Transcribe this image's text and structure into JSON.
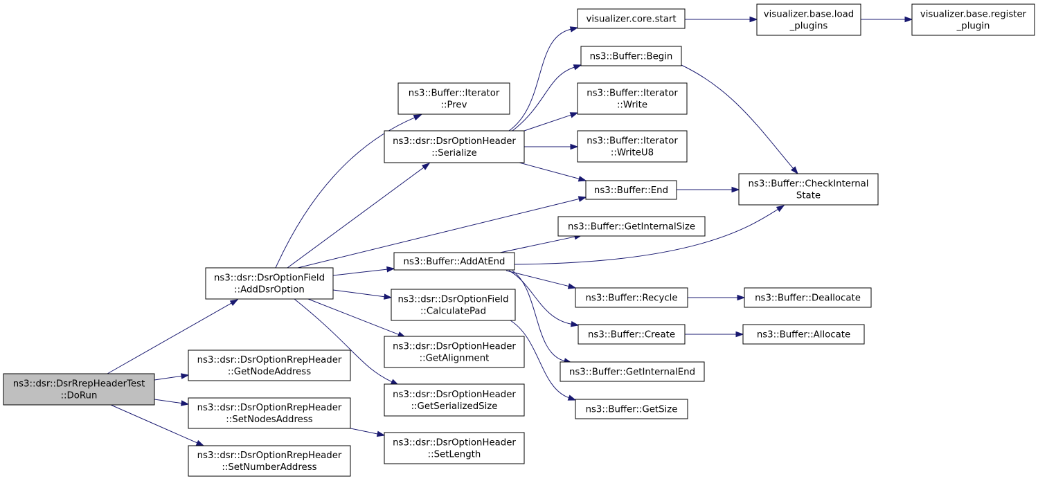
{
  "diagram": {
    "type": "call-graph",
    "colors": {
      "edge": "#191970",
      "root_fill": "#bfbfbf",
      "node_fill": "#ffffff",
      "node_stroke": "#000000"
    },
    "nodes": [
      {
        "id": "dorun",
        "lines": [
          "ns3::dsr::DsrRrepHeaderTest",
          "::DoRun"
        ],
        "root": true
      },
      {
        "id": "adddsroption",
        "lines": [
          "ns3::dsr::DsrOptionField",
          "::AddDsrOption"
        ]
      },
      {
        "id": "getnodeaddress",
        "lines": [
          "ns3::dsr::DsrOptionRrepHeader",
          "::GetNodeAddress"
        ]
      },
      {
        "id": "setnodesaddress",
        "lines": [
          "ns3::dsr::DsrOptionRrepHeader",
          "::SetNodesAddress"
        ]
      },
      {
        "id": "setnumberaddress",
        "lines": [
          "ns3::dsr::DsrOptionRrepHeader",
          "::SetNumberAddress"
        ]
      },
      {
        "id": "prev",
        "lines": [
          "ns3::Buffer::Iterator",
          "::Prev"
        ]
      },
      {
        "id": "serialize",
        "lines": [
          "ns3::dsr::DsrOptionHeader",
          "::Serialize"
        ]
      },
      {
        "id": "addatend",
        "lines": [
          "ns3::Buffer::AddAtEnd"
        ]
      },
      {
        "id": "calculatepad",
        "lines": [
          "ns3::dsr::DsrOptionField",
          "::CalculatePad"
        ]
      },
      {
        "id": "getalignment",
        "lines": [
          "ns3::dsr::DsrOptionHeader",
          "::GetAlignment"
        ]
      },
      {
        "id": "getserializedsize",
        "lines": [
          "ns3::dsr::DsrOptionHeader",
          "::GetSerializedSize"
        ]
      },
      {
        "id": "setlength",
        "lines": [
          "ns3::dsr::DsrOptionHeader",
          "::SetLength"
        ]
      },
      {
        "id": "corestart",
        "lines": [
          "visualizer.core.start"
        ]
      },
      {
        "id": "begin",
        "lines": [
          "ns3::Buffer::Begin"
        ]
      },
      {
        "id": "write",
        "lines": [
          "ns3::Buffer::Iterator",
          "::Write"
        ]
      },
      {
        "id": "writeu8",
        "lines": [
          "ns3::Buffer::Iterator",
          "::WriteU8"
        ]
      },
      {
        "id": "end",
        "lines": [
          "ns3::Buffer::End"
        ]
      },
      {
        "id": "getinternalsize",
        "lines": [
          "ns3::Buffer::GetInternalSize"
        ]
      },
      {
        "id": "recycle",
        "lines": [
          "ns3::Buffer::Recycle"
        ]
      },
      {
        "id": "create",
        "lines": [
          "ns3::Buffer::Create"
        ]
      },
      {
        "id": "getinternalend",
        "lines": [
          "ns3::Buffer::GetInternalEnd"
        ]
      },
      {
        "id": "getsize",
        "lines": [
          "ns3::Buffer::GetSize"
        ]
      },
      {
        "id": "loadplugins",
        "lines": [
          "visualizer.base.load",
          "_plugins"
        ]
      },
      {
        "id": "registerplugin",
        "lines": [
          "visualizer.base.register",
          "_plugin"
        ]
      },
      {
        "id": "checkinternalstate",
        "lines": [
          "ns3::Buffer::CheckInternal",
          "State"
        ]
      },
      {
        "id": "deallocate",
        "lines": [
          "ns3::Buffer::Deallocate"
        ]
      },
      {
        "id": "allocate",
        "lines": [
          "ns3::Buffer::Allocate"
        ]
      }
    ],
    "edges": [
      [
        "dorun",
        "adddsroption"
      ],
      [
        "dorun",
        "getnodeaddress"
      ],
      [
        "dorun",
        "setnodesaddress"
      ],
      [
        "dorun",
        "setnumberaddress"
      ],
      [
        "adddsroption",
        "prev"
      ],
      [
        "adddsroption",
        "serialize"
      ],
      [
        "adddsroption",
        "end"
      ],
      [
        "adddsroption",
        "addatend"
      ],
      [
        "adddsroption",
        "calculatepad"
      ],
      [
        "adddsroption",
        "getalignment"
      ],
      [
        "adddsroption",
        "getserializedsize"
      ],
      [
        "setnodesaddress",
        "setlength"
      ],
      [
        "serialize",
        "corestart"
      ],
      [
        "serialize",
        "begin"
      ],
      [
        "serialize",
        "write"
      ],
      [
        "serialize",
        "writeu8"
      ],
      [
        "serialize",
        "end"
      ],
      [
        "corestart",
        "loadplugins"
      ],
      [
        "loadplugins",
        "registerplugin"
      ],
      [
        "begin",
        "checkinternalstate"
      ],
      [
        "end",
        "checkinternalstate"
      ],
      [
        "addatend",
        "checkinternalstate"
      ],
      [
        "addatend",
        "getinternalsize"
      ],
      [
        "addatend",
        "recycle"
      ],
      [
        "addatend",
        "create"
      ],
      [
        "addatend",
        "getinternalend"
      ],
      [
        "addatend",
        "getsize"
      ],
      [
        "recycle",
        "deallocate"
      ],
      [
        "create",
        "allocate"
      ]
    ]
  }
}
